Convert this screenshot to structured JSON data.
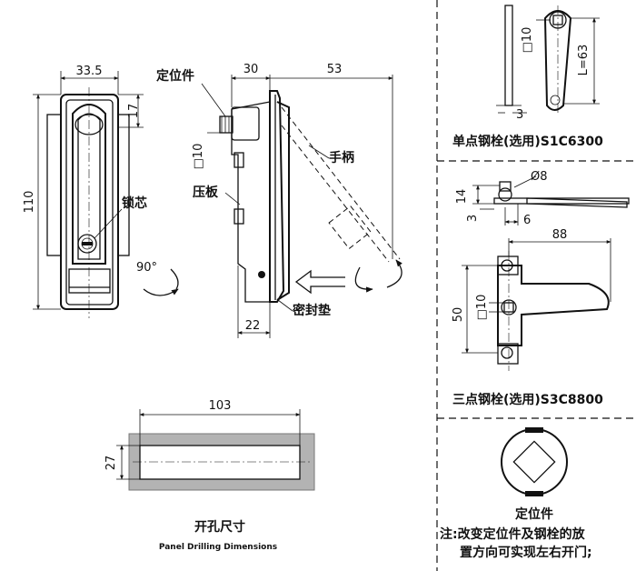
{
  "front_view": {
    "width_dim": "33.5",
    "height_dim": "110",
    "top_dim": "17",
    "lock_core_label": "锁芯",
    "rotation_label": "90°"
  },
  "side_view": {
    "positioner_label": "定位件",
    "dim_30": "30",
    "dim_53": "53",
    "square_dim": "□10",
    "handle_label": "手柄",
    "plate_label": "压板",
    "gasket_label": "密封垫",
    "dim_22": "22"
  },
  "panel_cutout": {
    "width_dim": "103",
    "height_dim": "27",
    "title_cn": "开孔尺寸",
    "title_en": "Panel Drilling Dimensions"
  },
  "single_point_rod": {
    "square_dim": "□10",
    "length_dim": "L=63",
    "thickness_dim": "3",
    "caption": "单点钢栓(选用)S1C6300"
  },
  "three_point_rod": {
    "dia_dim": "Ø8",
    "dim_14": "14",
    "dim_3": "3",
    "dim_6": "6",
    "dim_88": "88",
    "square_dim": "□10",
    "dim_50": "50",
    "caption": "三点钢栓(选用)S3C8800"
  },
  "positioner": {
    "label": "定位件",
    "note_line1": "注:改变定位件及钢栓的放",
    "note_line2": "置方向可实现左右开门;"
  }
}
